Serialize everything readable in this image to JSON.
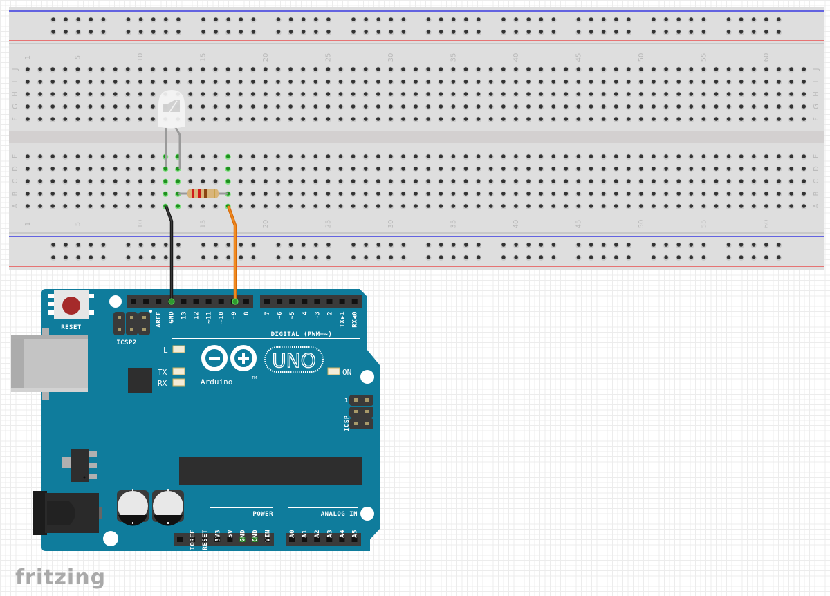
{
  "app": {
    "logo_text": "fritzing"
  },
  "breadboard": {
    "columns": 63,
    "column_labels": [
      "1",
      "5",
      "10",
      "15",
      "20",
      "25",
      "30",
      "35",
      "40",
      "45",
      "50",
      "55",
      "60"
    ],
    "rows_top": [
      "J",
      "I",
      "H",
      "G",
      "F"
    ],
    "rows_bottom": [
      "E",
      "D",
      "C",
      "B",
      "A"
    ],
    "power_rail_groups": 10,
    "colors": {
      "body": "#dedede",
      "channel": "#d3d0d0",
      "hole": "#333333",
      "rail_blue": "#3a3ae0",
      "rail_red": "#e85050",
      "connected": "#3cc83c"
    }
  },
  "components": {
    "led": {
      "name": "LED",
      "color": "white",
      "anode_column": 13,
      "cathode_column": 12
    },
    "resistor": {
      "name": "Resistor",
      "bands": [
        "#d01c1c",
        "#d01c1c",
        "#8b4513",
        "#c9a24a"
      ],
      "from_column": 13,
      "to_column": 17,
      "row": "B"
    },
    "wires": [
      {
        "name": "GND wire",
        "color": "#222222",
        "from": "A12",
        "to": "GND"
      },
      {
        "name": "Pin 9 wire",
        "color": "#f07a10",
        "from": "A17",
        "to": "~9"
      }
    ]
  },
  "arduino": {
    "board_color": "#0f7c9c",
    "model_label": "UNO",
    "brand_label": "Arduino",
    "tm": "TM",
    "reset_label": "RESET",
    "icsp2_label": "ICSP2",
    "icsp_label": "ICSP",
    "icsp_pin1": "1",
    "led_labels": {
      "l": "L",
      "tx": "TX",
      "rx": "RX",
      "on": "ON"
    },
    "digital_label": "DIGITAL (PWM=~)",
    "power_label": "POWER",
    "analog_label": "ANALOG IN",
    "digital_header_left": [
      "",
      "",
      "AREF",
      "GND",
      "13",
      "12",
      "~11",
      "~10",
      "~9",
      "8"
    ],
    "digital_header_right": [
      "7",
      "~6",
      "~5",
      "4",
      "~3",
      "2",
      "TX▶1",
      "RX◀0"
    ],
    "power_header": [
      "",
      "IOREF",
      "RESET",
      "3V3",
      "5V",
      "GND",
      "GND",
      "VIN"
    ],
    "analog_header": [
      "A0",
      "A1",
      "A2",
      "A3",
      "A4",
      "A5"
    ]
  }
}
